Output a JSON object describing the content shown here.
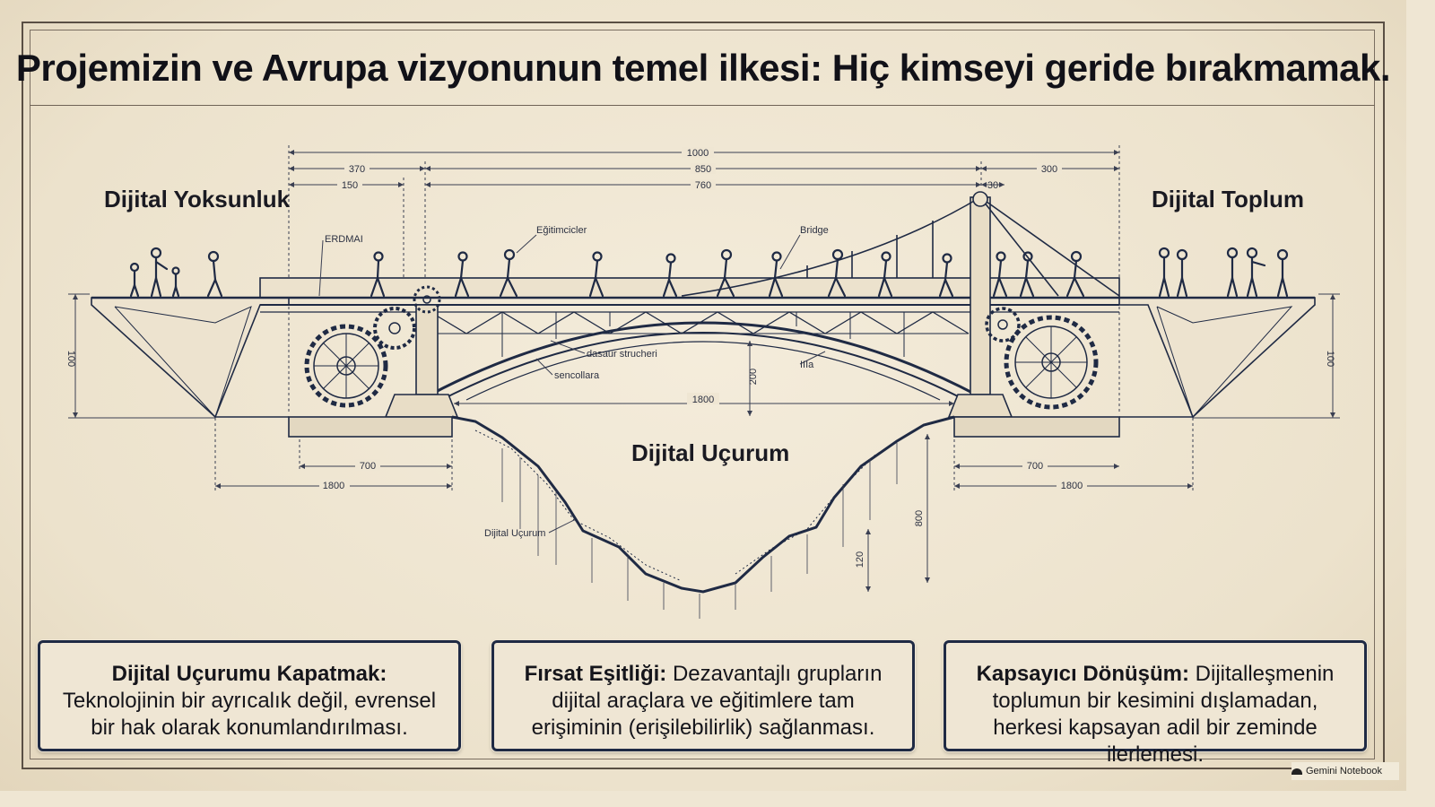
{
  "title": "Projemizin ve Avrupa vizyonunun temel ilkesi: Hiç kimseyi geride bırakmamak.",
  "left_label": "Dijital Yoksunluk",
  "right_label": "Dijital Toplum",
  "gap_label": "Dijital Uçurum",
  "dimensions": {
    "total": "1000",
    "left_span": "370",
    "deck": "850",
    "right_span": "300",
    "left_small": "150",
    "mid": "760",
    "tower_small": "30",
    "left_height": "100",
    "right_height": "100",
    "arch_span": "1800",
    "arch_rise": "200",
    "left_base": "700",
    "left_base_wide": "1800",
    "right_base": "700",
    "right_base_wide": "1800",
    "chasm_depth": "800",
    "chasm_step": "120"
  },
  "annotations": {
    "erdmai": "ERDMAI",
    "egitimciler": "Eğitimcicler",
    "bridge": "Bridge",
    "dasaur": "dasaur strucheri",
    "sencollara": "sencollara",
    "illa": "IIIa",
    "dijital_ucurum_small": "Dijital Uçurum"
  },
  "cards": [
    {
      "heading": "Dijital Uçurumu Kapatmak:",
      "text": "Teknolojinin bir ayrıcalık değil, evrensel bir hak olarak konumlandırılması."
    },
    {
      "heading": "Fırsat Eşitliği:",
      "text": "Dezavantajlı grupların dijital araçlara ve eğitimlere tam erişiminin (erişilebilirlik) sağlanması."
    },
    {
      "heading": "Kapsayıcı Dönüşüm:",
      "text": "Dijitalleşmenin toplumun bir kesimini dışlamadan, herkesi kapsayan adil bir zeminde ilerlemesi."
    }
  ],
  "badge": "Gemini Notebook",
  "colors": {
    "ink": "#1f2a44",
    "paper": "#efe6d3",
    "frame": "#5a4f44"
  }
}
